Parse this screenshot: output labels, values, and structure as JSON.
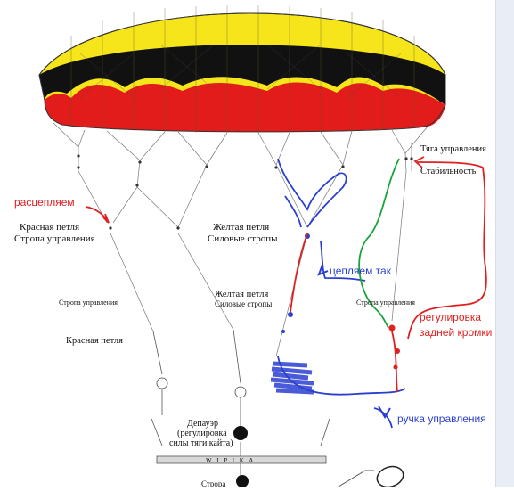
{
  "labels": {
    "razceplyaem": "расцепляем",
    "krasnaya_petlya": "Красная петля",
    "stropa_upravleniya": "Стропа управления",
    "zheltaya_petlya": "Желтая петля",
    "silovye_stropy": "Силовые стропы",
    "tyaga_upravleniya": "Тяга управления",
    "stabilnost": "Стабильность",
    "ceplyaem_tak": "цепляем так",
    "stropa_upravleniya_small_left": "Стропа управления",
    "stropa_upravleniya_small_right": "Стропа управления",
    "zheltaya_petlya_2": "Желтая петля",
    "silovye_stropy_2": "Силовые стропы",
    "krasnaya_petlya_2": "Красная петля",
    "regulirovka_1": "регулировка",
    "regulirovka_2": "задней кромки",
    "depauer_1": "Депауэр",
    "depauer_2": "(регулировка",
    "depauer_3": "силы тяги кайта)",
    "bar_text": "W I P I K A",
    "ruchka": "ручка управления",
    "stropa_bottom": "Строра"
  },
  "colors": {
    "canopy_yellow": "#f5e51a",
    "canopy_black": "#111111",
    "canopy_red": "#e21b1b",
    "annotation_red": "#e02020",
    "annotation_blue": "#2a3fcf",
    "annotation_green": "#1aa33a"
  }
}
